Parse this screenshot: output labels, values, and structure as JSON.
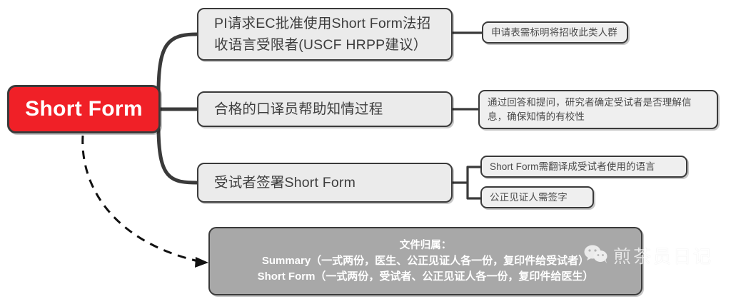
{
  "diagram": {
    "title": "Short Form mind map",
    "root": {
      "label": "Short Form",
      "color": "#f02027",
      "text_color": "#ffffff"
    },
    "branches": [
      {
        "id": "branch-1",
        "label": "PI请求EC批准使用Short Form法招收语言受限者(USCF HRPP建议）",
        "color": "#ebebeb",
        "leaves": [
          {
            "id": "leaf-1",
            "label": "申请表需标明将招收此类人群"
          }
        ]
      },
      {
        "id": "branch-2",
        "label": "合格的口译员帮助知情过程",
        "color": "#ebebeb",
        "leaves": [
          {
            "id": "leaf-2",
            "label": "通过回答和提问，研究者确定受试者是否理解信息，确保知情的有校性"
          }
        ]
      },
      {
        "id": "branch-3",
        "label": "受试者签署Short Form",
        "color": "#ebebeb",
        "leaves": [
          {
            "id": "leaf-3",
            "label": "Short Form需翻译成受试者使用的语言"
          },
          {
            "id": "leaf-4",
            "label": "公正见证人需签字"
          }
        ]
      }
    ],
    "summary": {
      "color": "#a8a8a8",
      "text_color": "#ffffff",
      "lines": [
        "文件归属：",
        "Summary（一式两份，医生、公正见证人各一份，复印件给受试者）",
        "Short Form（一式两份，受试者、公正见证人各一份，复印件给医生）"
      ]
    },
    "connector_color": "#3a3a3a",
    "dashed_connector": {
      "style": "dashed",
      "arrow": true
    }
  },
  "watermark": {
    "icon": "wechat-icon",
    "text": "煎茶员日记"
  }
}
